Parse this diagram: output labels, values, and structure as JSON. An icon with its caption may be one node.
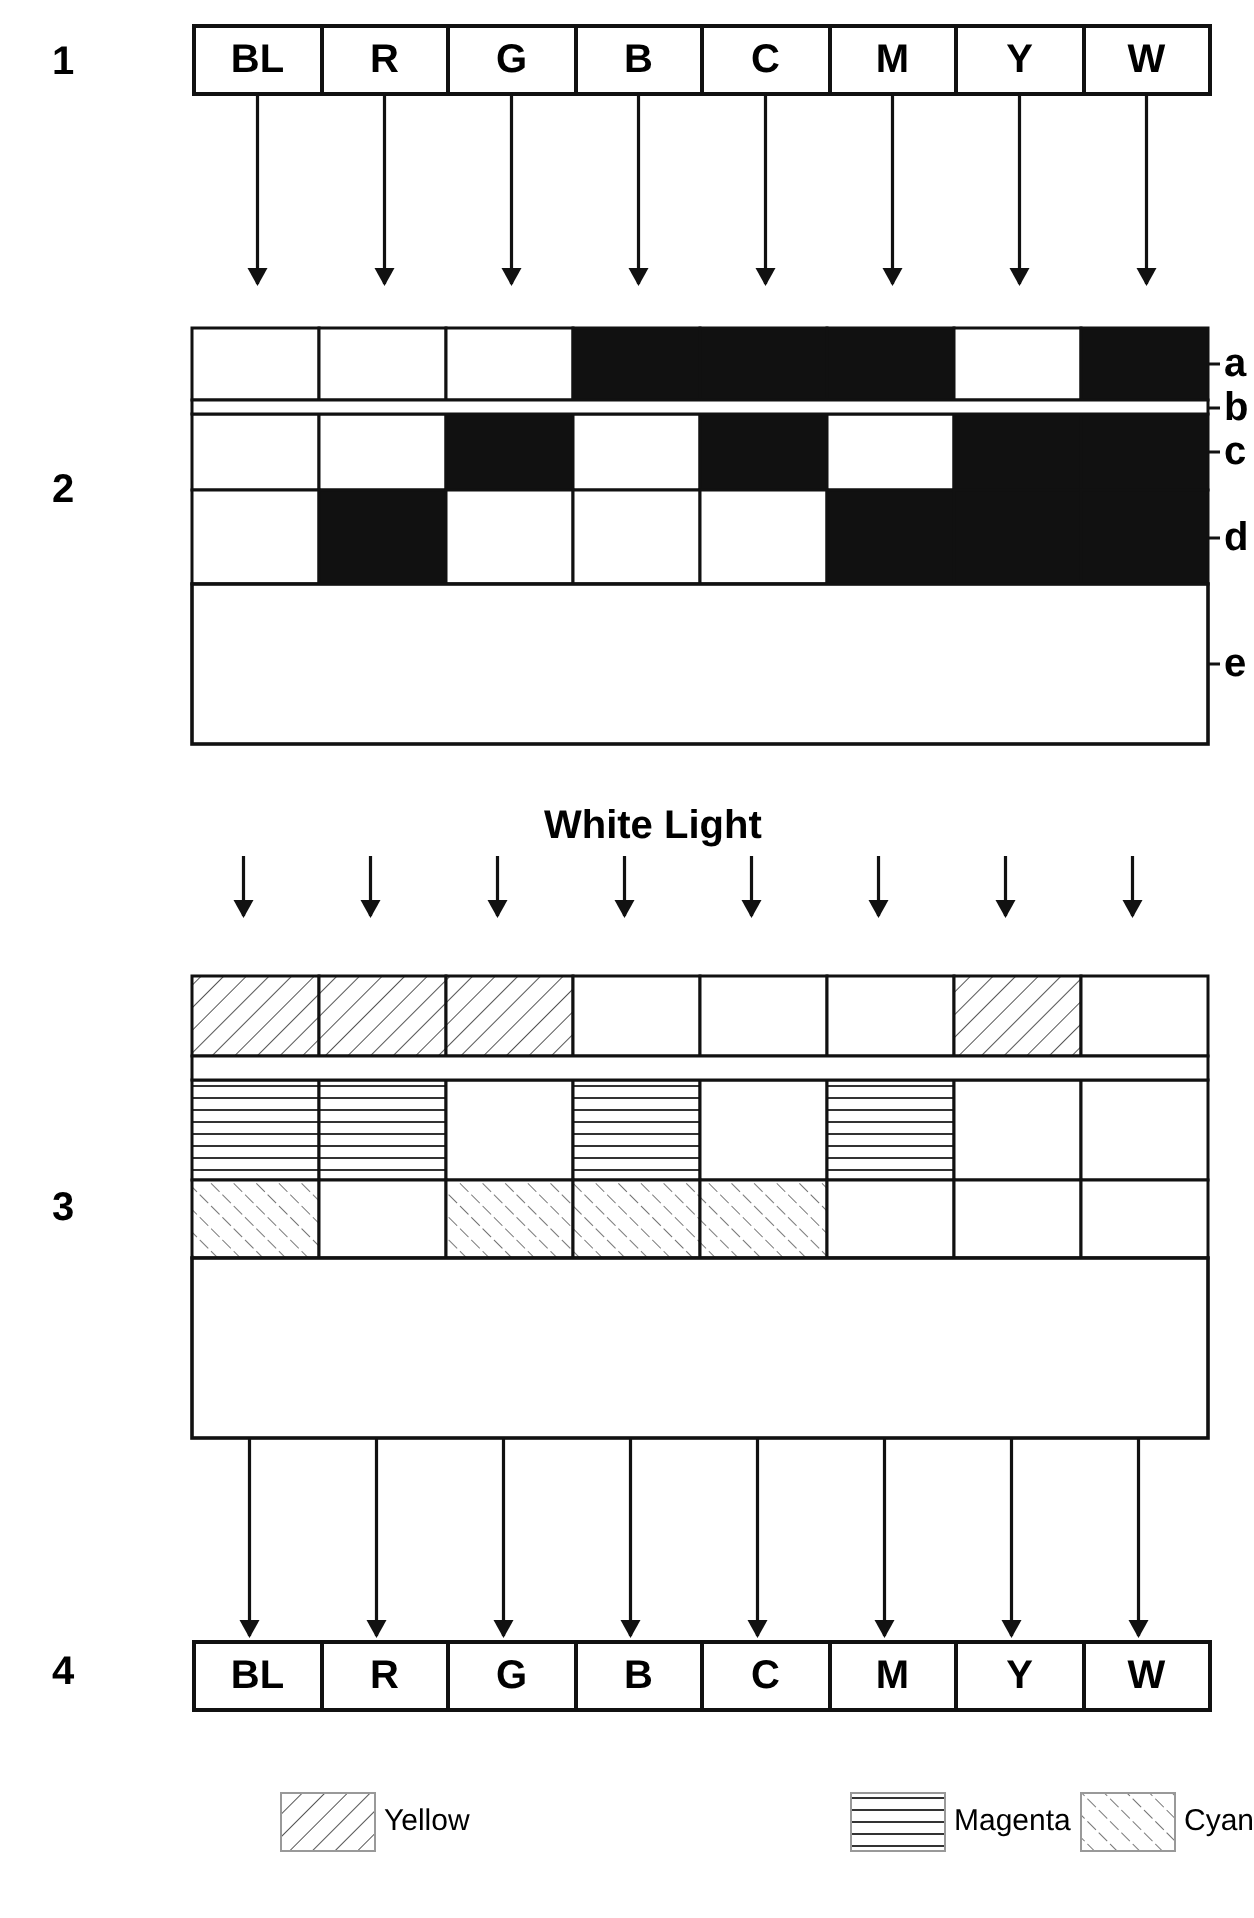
{
  "diagram": {
    "nodes": [
      {
        "text": [
          "BL"
        ]
      },
      {
        "text": [
          "R"
        ]
      },
      {
        "text": [
          "G"
        ]
      },
      {
        "text": [
          "B"
        ]
      },
      {
        "text": [
          "C"
        ]
      },
      {
        "text": [
          "M"
        ]
      },
      {
        "text": [
          "Y"
        ]
      },
      {
        "text": [
          "W"
        ]
      },
      {
        "text": [
          "BL"
        ]
      },
      {
        "text": [
          "R"
        ]
      },
      {
        "text": [
          "G"
        ]
      },
      {
        "text": [
          "B"
        ]
      },
      {
        "text": [
          "C"
        ]
      },
      {
        "text": [
          "M"
        ]
      },
      {
        "text": [
          "Y"
        ]
      },
      {
        "text": [
          "W"
        ]
      }
    ],
    "edges": [
      {
        "from": 0,
        "to": null,
        "arrow": "to"
      },
      {
        "from": 1,
        "to": null,
        "arrow": "to"
      },
      {
        "from": 2,
        "to": null,
        "arrow": "to"
      },
      {
        "from": 3,
        "to": null,
        "arrow": "to"
      },
      {
        "from": 4,
        "to": null,
        "arrow": "to"
      },
      {
        "from": 5,
        "to": null,
        "arrow": "to"
      },
      {
        "from": 6,
        "to": null,
        "arrow": "to"
      },
      {
        "from": 7,
        "to": null,
        "arrow": "to"
      },
      {
        "from": null,
        "to": 8,
        "arrow": "to"
      },
      {
        "from": null,
        "to": 9,
        "arrow": "to"
      },
      {
        "from": null,
        "to": 10,
        "arrow": "to"
      },
      {
        "from": null,
        "to": 11,
        "arrow": "to"
      },
      {
        "from": null,
        "to": 12,
        "arrow": "to"
      },
      {
        "from": null,
        "to": 13,
        "arrow": "to"
      },
      {
        "from": null,
        "to": 14,
        "arrow": "to"
      },
      {
        "from": null,
        "to": 15,
        "arrow": "to"
      }
    ],
    "labels": [
      "1",
      "a",
      "b",
      "2",
      "c",
      "d",
      "e",
      "White Light",
      "3",
      "4"
    ],
    "legend": [
      {
        "text": "Yellow"
      },
      {
        "text": "Magenta"
      },
      {
        "text": "Cyan"
      }
    ]
  }
}
